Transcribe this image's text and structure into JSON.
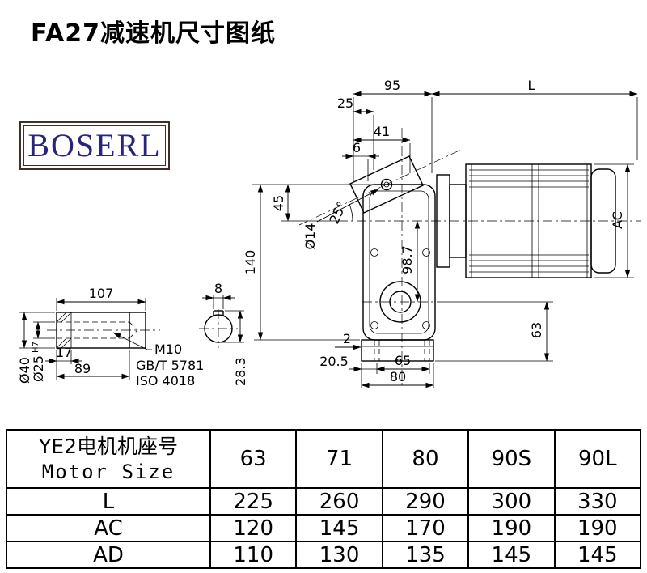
{
  "page": {
    "title": "FA27减速机尺寸图纸"
  },
  "logo": {
    "text": "BOSERL"
  },
  "colors": {
    "logo_text": "#26257d",
    "logo_border": "#40302a",
    "line": "#000000"
  },
  "drawing": {
    "labels": {
      "d95": "95",
      "d25": "25",
      "dL": "L",
      "d41": "41",
      "d6": "6",
      "d45": "45",
      "d140": "140",
      "dia14": "Ø14",
      "angle25": "25°",
      "d98_7": "98.7",
      "dAC": "AC",
      "d63": "63",
      "d2": "2",
      "d20_5": "20.5",
      "d65": "65",
      "d80": "80",
      "d107": "107",
      "d17": "17",
      "d89": "89",
      "dia40": "Ø40",
      "dia25": "Ø25",
      "h7": "H7",
      "m10": "M10",
      "gbt": "GB/T 5781",
      "iso": "ISO 4018",
      "d8": "8",
      "d28_3": "28.3"
    }
  },
  "table": {
    "header": {
      "title_cn": "YE2电机机座号",
      "title_en": "Motor Size",
      "sizes": [
        "63",
        "71",
        "80",
        "90S",
        "90L"
      ]
    },
    "rows": [
      {
        "label": "L",
        "values": [
          "225",
          "260",
          "290",
          "300",
          "330"
        ]
      },
      {
        "label": "AC",
        "values": [
          "120",
          "145",
          "170",
          "190",
          "190"
        ]
      },
      {
        "label": "AD",
        "values": [
          "110",
          "130",
          "135",
          "145",
          "145"
        ]
      }
    ]
  }
}
